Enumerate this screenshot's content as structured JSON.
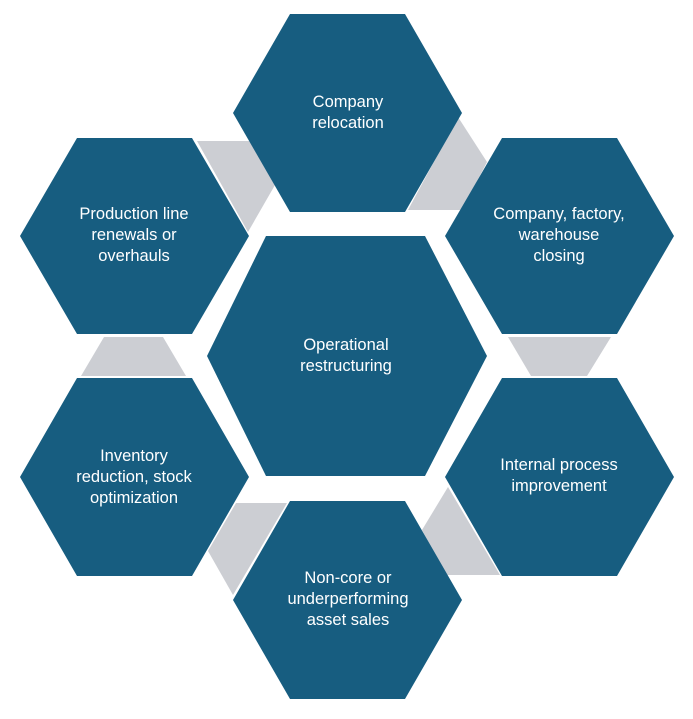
{
  "colors": {
    "hexagon_fill": "#175d80",
    "connector_fill": "#ccced3",
    "label_text": "#ffffff"
  },
  "center": {
    "label": "Operational\nrestructuring"
  },
  "hexagons": [
    {
      "id": "top",
      "label": "Company\nrelocation"
    },
    {
      "id": "upper-right",
      "label": "Company, factory,\nwarehouse\nclosing"
    },
    {
      "id": "lower-right",
      "label": "Internal process\nimprovement"
    },
    {
      "id": "bottom",
      "label": "Non-core or\nunderperforming\nasset sales"
    },
    {
      "id": "lower-left",
      "label": "Inventory\nreduction, stock\noptimization"
    },
    {
      "id": "upper-left",
      "label": "Production line\nrenewals or\noverhauls"
    }
  ]
}
